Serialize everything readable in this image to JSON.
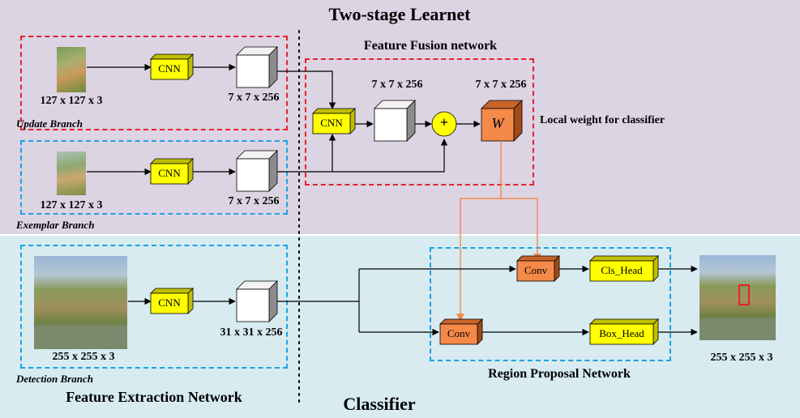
{
  "title": "Two-stage Learnet",
  "bottom_title": "Classifier",
  "fusion": {
    "title": "Feature Fusion network",
    "dim_left": "7 x 7 x 256",
    "dim_right": "7 x 7 x 256",
    "cnn_label": "CNN",
    "plus": "+",
    "weight": "W",
    "weight_caption": "Local weight for classifier"
  },
  "update_branch": {
    "label": "Update Branch",
    "input_dim": "127 x 127 x 3",
    "cnn_label": "CNN",
    "output_dim": "7 x 7 x 256"
  },
  "exemplar_branch": {
    "label": "Exemplar Branch",
    "input_dim": "127 x 127 x 3",
    "cnn_label": "CNN",
    "output_dim": "7 x 7 x 256"
  },
  "detection_branch": {
    "label": "Detection Branch",
    "input_dim": "255 x 255 x 3",
    "cnn_label": "CNN",
    "output_dim": "31 x 31 x 256"
  },
  "feature_extraction_title": "Feature Extraction Network",
  "rpn": {
    "title": "Region Proposal Network",
    "conv_top": "Conv",
    "conv_bottom": "Conv",
    "cls_head": "Cls_Head",
    "box_head": "Box_Head"
  },
  "output_dim": "255 x 255 x 3",
  "colors": {
    "top_bg": "#dcd3e3",
    "bottom_bg": "#d7ebf1",
    "cnn": "#ffff00",
    "conv": "#f4894a",
    "plus": "#ffff00",
    "orange_line": "#f4894a",
    "red_box": "#e8202a",
    "blue_box": "#1aa3e0"
  }
}
